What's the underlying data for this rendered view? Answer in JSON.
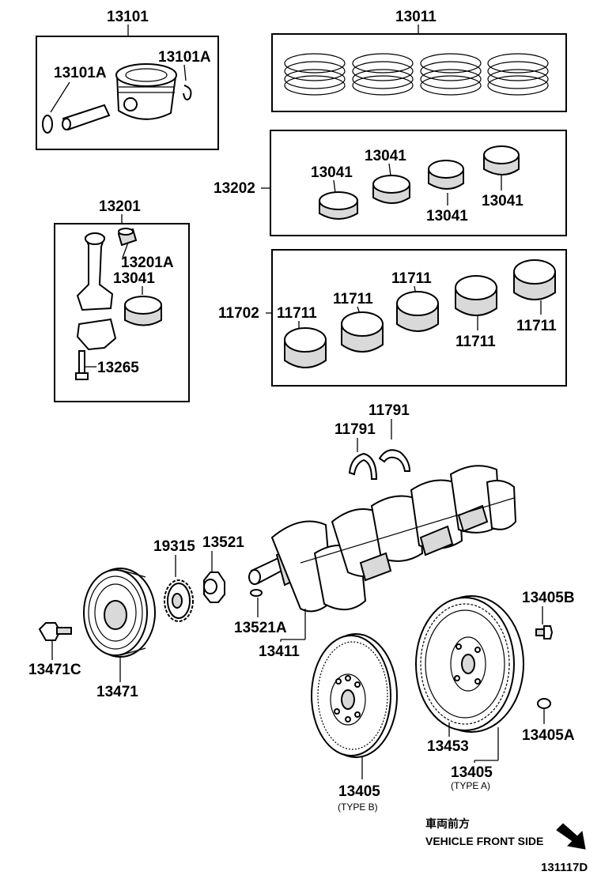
{
  "diagram_title_id": "131117D",
  "orientation_note": {
    "japanese": "車両前方",
    "english": "VEHICLE FRONT SIDE"
  },
  "callouts": {
    "piston_set": "13101",
    "piston_pin_left": "13101A",
    "piston_ring_clip_right": "13101A",
    "piston_ring_set": "13011",
    "conrod_bearing_group": "13202",
    "conrod_bearing_1": "13041",
    "conrod_bearing_2": "13041",
    "conrod_bearing_3": "13041",
    "conrod_bearing_4": "13041",
    "connecting_rod_assy": "13201",
    "conrod_bushing": "13201A",
    "conrod_bearing_in_rod": "13041",
    "conrod_bolt": "13265",
    "main_bearing_group": "11702",
    "main_bearing_1": "11711",
    "main_bearing_2": "11711",
    "main_bearing_3": "11711",
    "main_bearing_4": "11711",
    "main_bearing_5": "11711",
    "thrust_washer_left": "11791",
    "thrust_washer_right": "11791",
    "crank_timing_pulley": "19315",
    "crank_sprocket": "13521",
    "crank_key": "13521A",
    "crankshaft": "13411",
    "flywheel_bolt": "13405B",
    "flywheel_pin": "13405A",
    "crank_pulley_bolt": "13471C",
    "crank_pulley": "13471",
    "ring_gear": "13453",
    "flywheel_type_a": "13405",
    "flywheel_type_a_note": "(TYPE A)",
    "flywheel_type_b": "13405",
    "flywheel_type_b_note": "(TYPE B)"
  }
}
